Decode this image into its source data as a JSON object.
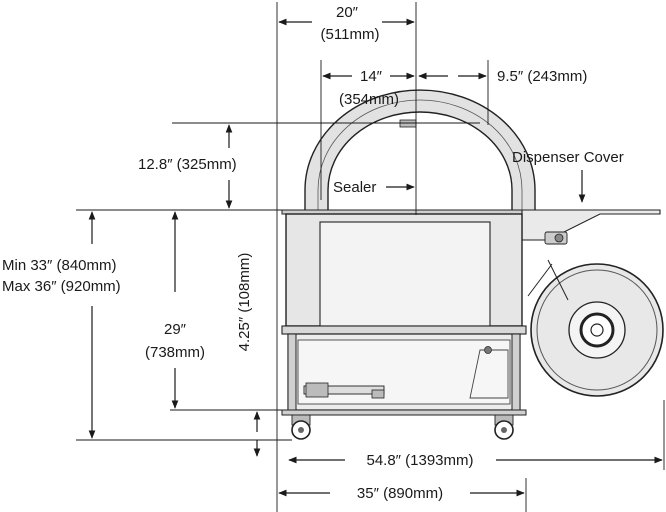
{
  "dimensions": {
    "top_width": "20″",
    "top_width_mm": "(511mm)",
    "arch_width": "14″",
    "arch_width_mm": "(354mm)",
    "side_offset": "9.5″ (243mm)",
    "arch_height": "12.8″ (325mm)",
    "table_height_min": "Min 33″ (840mm)",
    "table_height_max": "Max 36″ (920mm)",
    "frame_height": "29″",
    "frame_height_mm": "(738mm)",
    "caster_height": "4.25″ (108mm)",
    "overall_length": "54.8″ (1393mm)",
    "base_length": "35″ (890mm)"
  },
  "labels": {
    "sealer": "Sealer",
    "dispenser_cover": "Dispenser Cover"
  },
  "colors": {
    "line": "#1a1a1a",
    "body_fill": "#e6e6e6",
    "arch_fill": "#dcdcdc"
  }
}
